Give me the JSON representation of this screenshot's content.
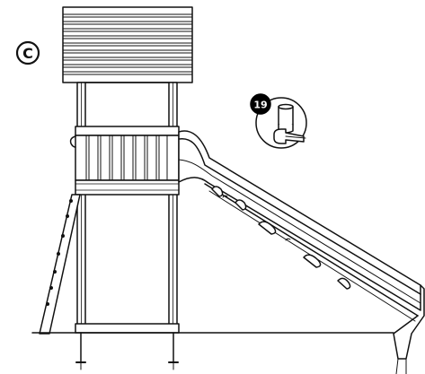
{
  "step_label": "C",
  "callout_part_number": "19",
  "colors": {
    "line": "#111111",
    "background": "#ffffff",
    "badge": "#000000"
  },
  "icons": [
    "step-c-badge",
    "part-19-badge",
    "bolt-icon",
    "wrench-icon"
  ]
}
